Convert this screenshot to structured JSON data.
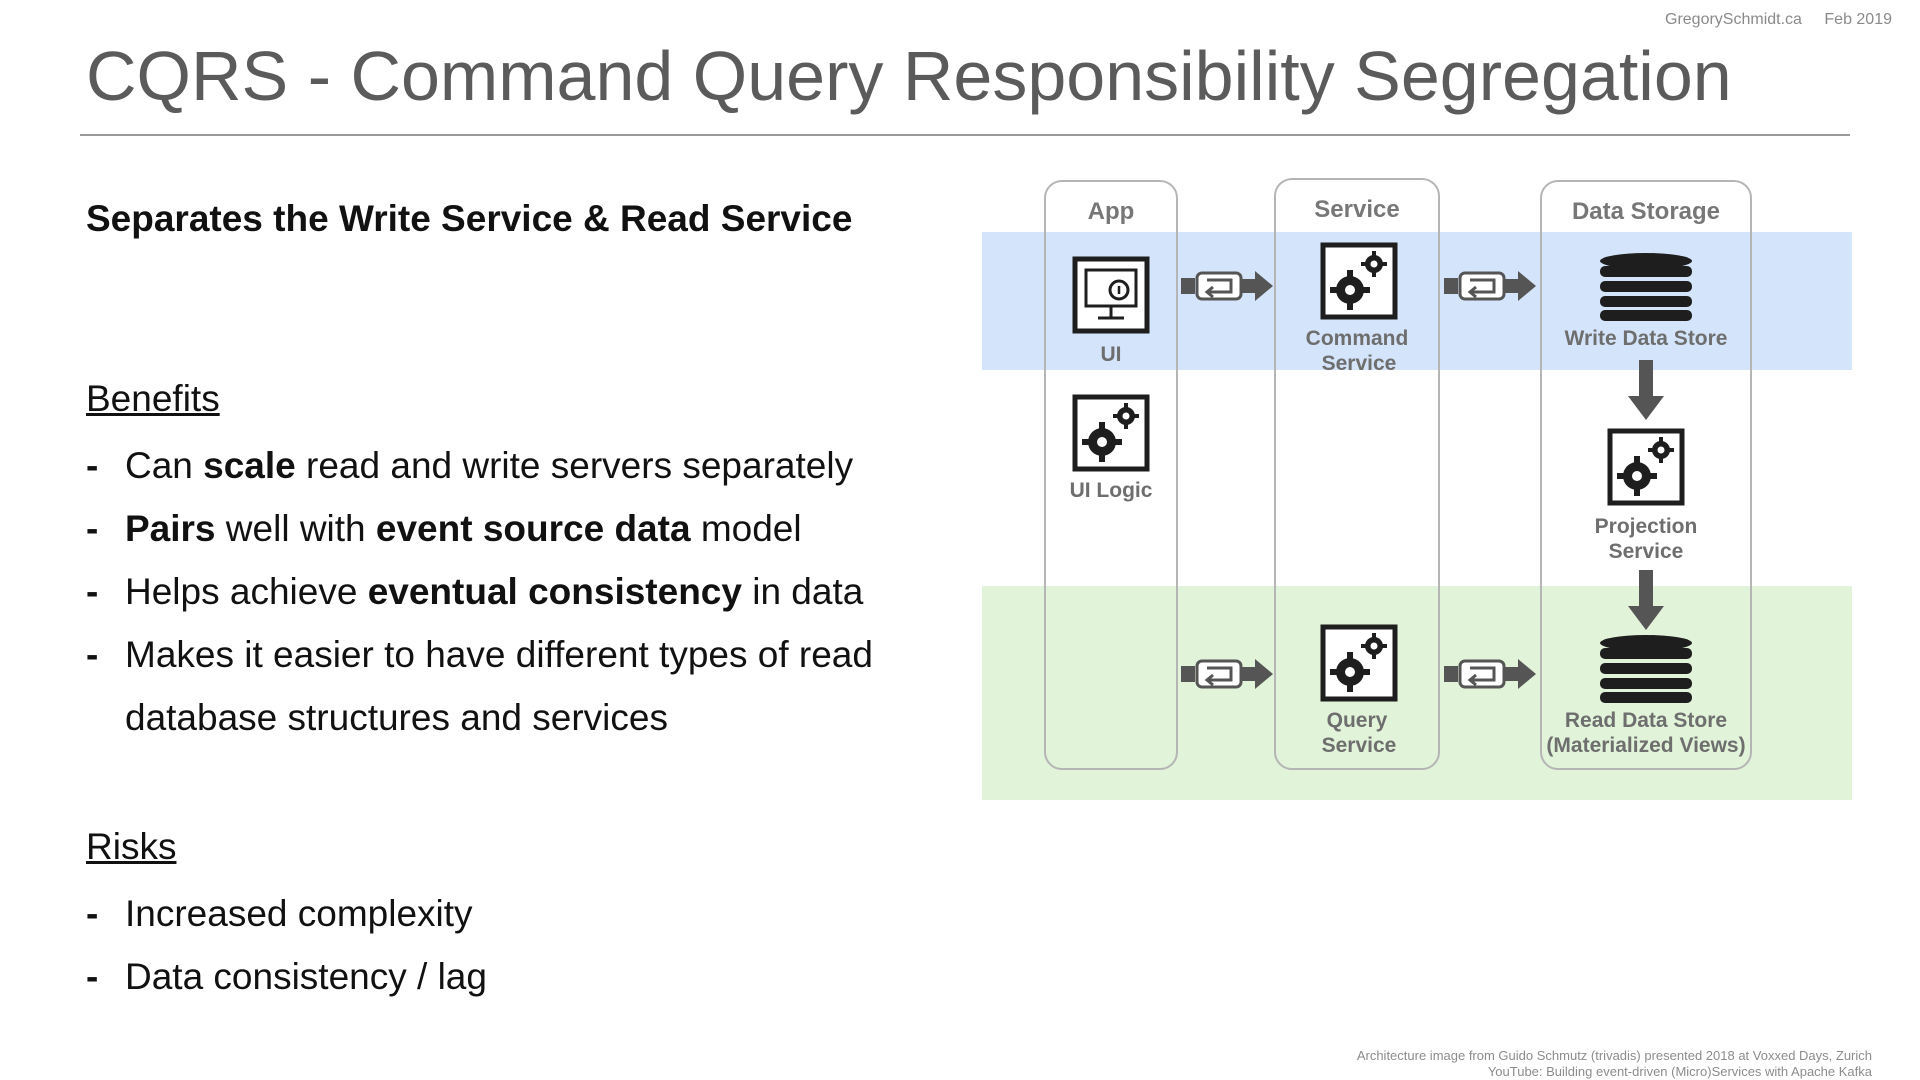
{
  "header": {
    "site": "GregorySchmidt.ca",
    "date": "Feb 2019"
  },
  "title": "CQRS - Command Query Responsibility Segregation",
  "subtitle": "Separates the Write Service & Read Service",
  "benefits": {
    "heading": "Benefits",
    "items": [
      {
        "pre": "Can ",
        "b1": "scale",
        "mid": " read and write servers separately",
        "b2": "",
        "post": ""
      },
      {
        "pre": "",
        "b1": "Pairs",
        "mid": " well with ",
        "b2": "event source data",
        "post": " model"
      },
      {
        "pre": "Helps achieve ",
        "b1": "eventual consistency",
        "mid": " in data",
        "b2": "",
        "post": ""
      },
      {
        "pre": "Makes it easier to have different types of read database structures and services",
        "b1": "",
        "mid": "",
        "b2": "",
        "post": ""
      }
    ]
  },
  "risks": {
    "heading": "Risks",
    "items": [
      {
        "pre": "Increased complexity",
        "b1": "",
        "mid": "",
        "b2": "",
        "post": ""
      },
      {
        "pre": "Data consistency / lag",
        "b1": "",
        "mid": "",
        "b2": "",
        "post": ""
      }
    ]
  },
  "bullet_symbol": "-",
  "diagram": {
    "columns": {
      "app": "App",
      "service": "Service",
      "storage": "Data Storage"
    },
    "nodes": {
      "ui": "UI",
      "ui_logic": "UI Logic",
      "command_1": "Command",
      "command_2": "Service",
      "write_store": "Write Data Store",
      "projection_1": "Projection",
      "projection_2": "Service",
      "query_1": "Query",
      "query_2": "Service",
      "read_store_1": "Read Data Store",
      "read_store_2": "(Materialized Views)"
    },
    "icons": {
      "ui": "monitor-touch-icon",
      "ui_logic": "gears-icon",
      "command": "gears-icon",
      "projection": "gears-icon",
      "query": "gears-icon",
      "write_store": "database-icon",
      "read_store": "database-icon",
      "arrows": "request-reply-arrow-icon"
    },
    "colors": {
      "write_band": "#d4e5fb",
      "read_band": "#e1f3d9",
      "icon_dark": "#1e1e1e",
      "arrow": "#555555"
    }
  },
  "credits": {
    "line1": "Architecture image from Guido Schmutz (trivadis) presented 2018 at Voxxed Days, Zurich",
    "line2": "YouTube:  Building event-driven (Micro)Services with Apache Kafka"
  }
}
